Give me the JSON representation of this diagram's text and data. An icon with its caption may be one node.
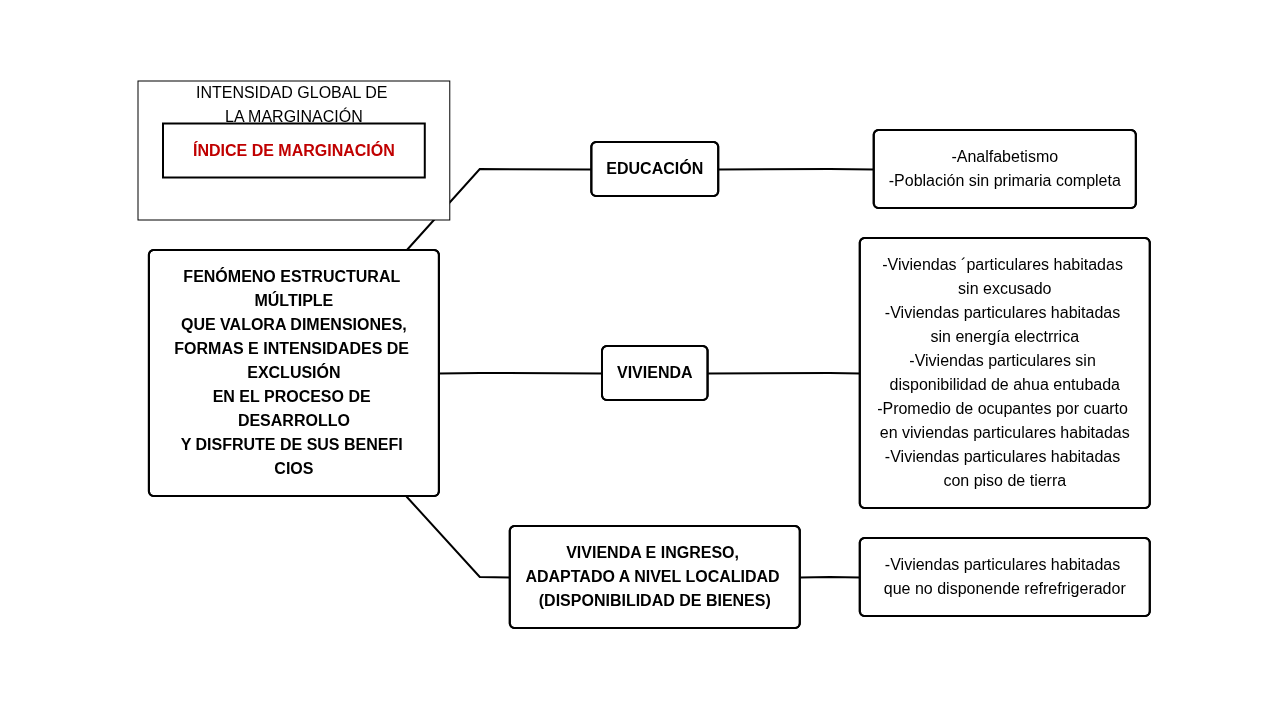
{
  "diagram": {
    "nodes": [
      {
        "text": [
          "FENÓMENO ESTRUCTURAL MÚLTIPLE",
          "QUE VALORA DIMENSIONES,",
          "FORMAS E INTENSIDADES DE EXCLUSIÓN",
          "EN EL PROCESO DE DESARROLLO",
          "Y DISFRUTE DE SUS BENEFI CIOS"
        ]
      },
      {
        "text": [
          "EDUCACIÓN"
        ]
      },
      {
        "text": [
          "-Analfabetismo",
          "-Población sin primaria completa"
        ]
      },
      {
        "text": [
          "VIVIENDA"
        ]
      },
      {
        "text": [
          "-Viviendas ´particulares habitadas sin excusado",
          "-Viviendas particulares habitadas sin energía electrrica",
          "-Viviendas particulares sin disponibilidad de ahua entubada",
          "-Promedio de ocupantes por cuarto en viviendas particulares habitadas",
          "-Viviendas particulares habitadas con piso de tierra"
        ]
      },
      {
        "text": [
          "VIVIENDA E INGRESO, ADAPTADO A NIVEL LOCALIDAD (DISPONIBILIDAD DE BIENES)"
        ]
      },
      {
        "text": [
          "-Viviendas particulares habitadas que no disponende refrefrigerador"
        ]
      },
      {
        "text": [
          "INTENSIDAD GLOBAL DE LA MARGINACIÓN"
        ]
      },
      {
        "text": [
          "ÍNDICE DE MARGINACIÓN"
        ],
        "in": 7
      }
    ],
    "edges": [
      {
        "from": 0,
        "to": 1,
        "arrow": "none"
      },
      {
        "from": 0,
        "to": 3,
        "arrow": "none"
      },
      {
        "from": 0,
        "to": 5,
        "arrow": "none"
      },
      {
        "from": 1,
        "to": 2,
        "arrow": "none"
      },
      {
        "from": 3,
        "to": 4,
        "arrow": "none"
      },
      {
        "from": 5,
        "to": 6,
        "arrow": "none"
      }
    ]
  }
}
